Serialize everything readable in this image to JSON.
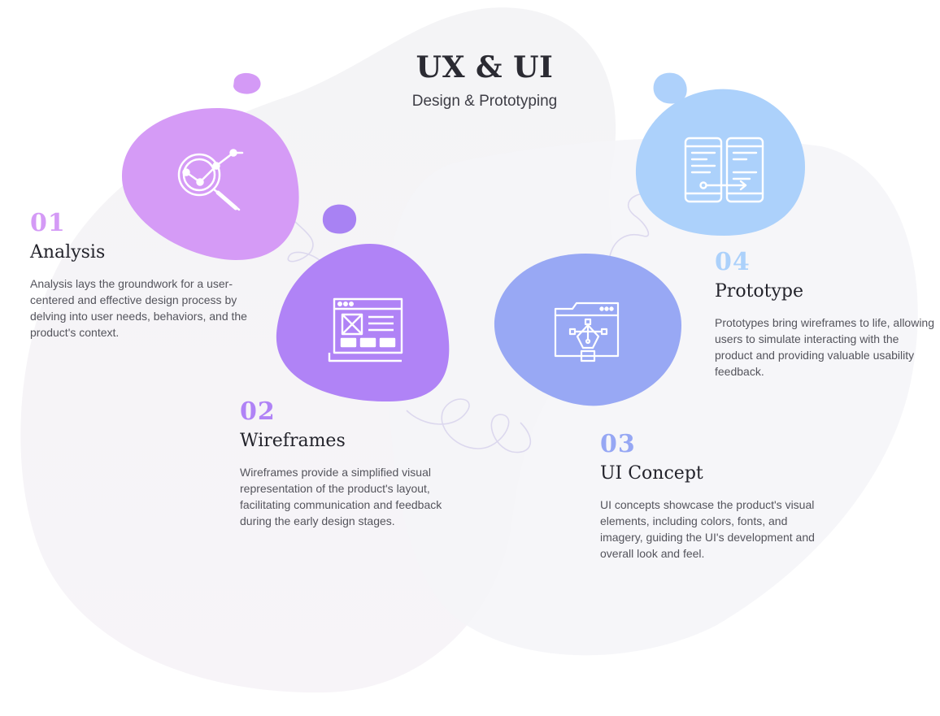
{
  "header": {
    "title": "UX & UI",
    "subtitle": "Design & Prototyping"
  },
  "colors": {
    "step1": "#d49af6",
    "step2": "#b083f6",
    "step3": "#96a7f4",
    "step4": "#acd1fb",
    "background_blob": "#f3f3f5",
    "connector": "#ded9ef"
  },
  "steps": [
    {
      "number": "01",
      "title": "Analysis",
      "description": "Analysis lays the groundwork for a user-centered and effective design process by delving into user needs, behaviors, and the product's context.",
      "icon": "magnifier-analytics-icon"
    },
    {
      "number": "02",
      "title": "Wireframes",
      "description": "Wireframes provide a simplified visual representation of the product's layout, facilitating communication and feedback during the early design stages.",
      "icon": "browser-wireframe-icon"
    },
    {
      "number": "03",
      "title": "UI Concept",
      "description": "UI concepts showcase the product's visual elements, including colors, fonts, and imagery, guiding the UI's development and overall look and feel.",
      "icon": "vector-pen-tool-icon"
    },
    {
      "number": "04",
      "title": "Prototype",
      "description": "Prototypes bring wireframes to life, allowing users to simulate interacting with the product and providing valuable usability feedback.",
      "icon": "mobile-screens-flow-icon"
    }
  ]
}
